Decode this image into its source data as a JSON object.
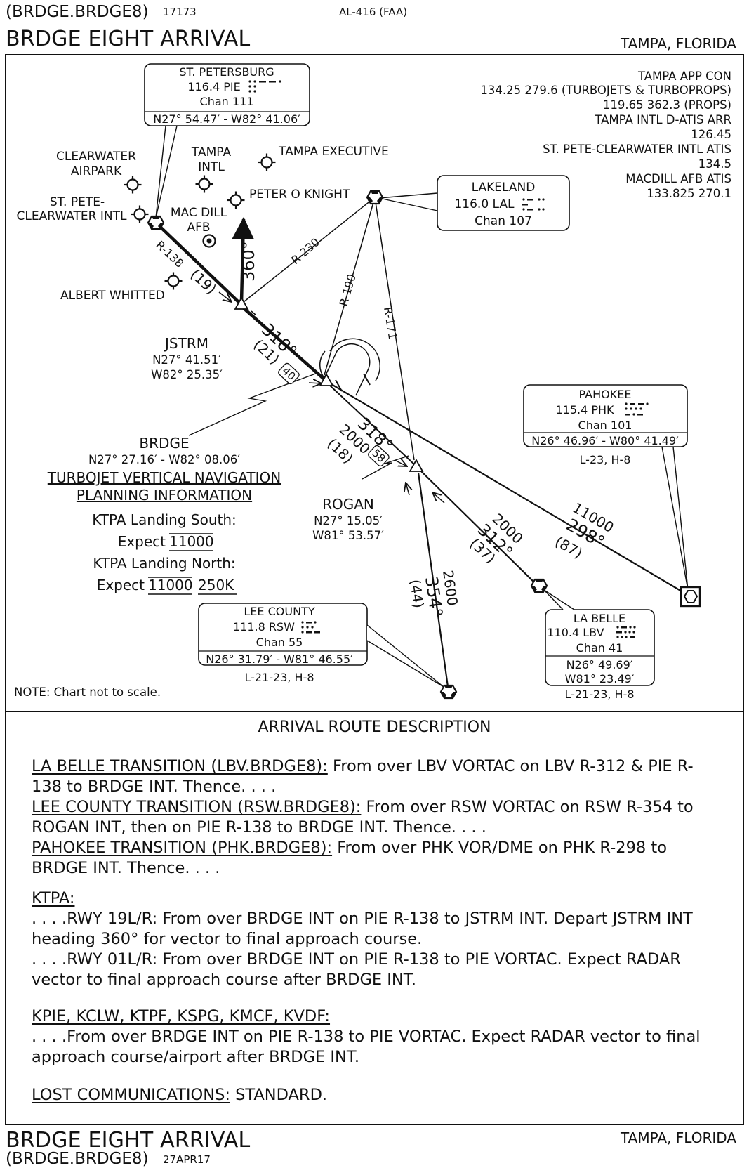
{
  "header": {
    "code": "(BRDGE.BRDGE8)",
    "procedure_number": "17173",
    "ref": "AL-416 (FAA)",
    "title": "BRDGE EIGHT ARRIVAL",
    "location": "TAMPA, FLORIDA"
  },
  "footer": {
    "title": "BRDGE EIGHT ARRIVAL",
    "location": "TAMPA, FLORIDA",
    "code": "(BRDGE.BRDGE8)",
    "date": "27APR17"
  },
  "map": {
    "pie": {
      "name": "ST. PETERSBURG",
      "freq_id": "116.4  PIE",
      "chan": "Chan 111",
      "coords": "N27° 54.47′ - W82° 41.06′"
    },
    "lal": {
      "name": "LAKELAND",
      "freq_id": "116.0  LAL",
      "chan": "Chan 107"
    },
    "phk": {
      "name": "PAHOKEE",
      "freq_id": "115.4  PHK",
      "chan": "Chan 101",
      "coords": "N26° 46.96′ - W80° 41.49′",
      "charts": "L-23, H-8"
    },
    "rsw": {
      "name": "LEE COUNTY",
      "freq_id": "111.8  RSW",
      "chan": "Chan 55",
      "coords": "N26° 31.79′ - W81° 46.55′",
      "charts": "L-21-23, H-8"
    },
    "lbv": {
      "name": "LA BELLE",
      "freq_id": "110.4  LBV",
      "chan": "Chan 41",
      "coords1": "N26° 49.69′",
      "coords2": "W81° 23.49′",
      "charts": "L-21-23, H-8"
    },
    "comms": [
      "TAMPA APP CON",
      "134.25  279.6 (TURBOJETS & TURBOPROPS)",
      "119.65  362.3 (PROPS)",
      "TAMPA INTL D-ATIS ARR",
      "126.45",
      "ST. PETE-CLEARWATER INTL ATIS",
      "134.5",
      "MACDILL AFB ATIS",
      "133.825  270.1"
    ],
    "airports": {
      "clearwater_airpark": [
        "CLEARWATER",
        "AIRPARK"
      ],
      "tampa_intl": [
        "TAMPA",
        "INTL"
      ],
      "tampa_executive": "TAMPA EXECUTIVE",
      "peter_o_knight": "PETER O KNIGHT",
      "st_pete_clearwater": [
        "ST. PETE-",
        "CLEARWATER INTL"
      ],
      "macdill": [
        "MAC DILL",
        "AFB"
      ],
      "albert_whitted": "ALBERT WHITTED"
    },
    "fixes": {
      "jstrm": {
        "name": "JSTRM",
        "lat": "N27° 41.51′",
        "lon": "W82° 25.35′"
      },
      "brdge": {
        "name": "BRDGE",
        "coords": "N27° 27.16′ - W82° 08.06′"
      },
      "rogan": {
        "name": "ROGAN",
        "lat": "N27° 15.05′",
        "lon": "W81° 53.57′"
      }
    },
    "radials": {
      "r138": "R-138",
      "r230": "R-230",
      "r190": "R-190",
      "r171": "R-171"
    },
    "legs": {
      "pie_jstrm_dist": "(19)",
      "heading_360": "360°",
      "jstrm_brdge_course": "318°",
      "jstrm_brdge_dist": "(21)",
      "jstrm_brdge_box": "40",
      "brdge_rogan_course": "318°",
      "brdge_rogan_alt": "2000",
      "brdge_rogan_dist": "(18)",
      "brdge_rogan_box": "58",
      "phk_alt": "11000",
      "phk_course": "298°",
      "phk_dist": "(87)",
      "lbv_alt": "2000",
      "lbv_course": "312°",
      "lbv_dist": "(37)",
      "rsw_alt": "2600",
      "rsw_course": "354°",
      "rsw_dist": "(44)"
    },
    "vnav": {
      "title1": "TURBOJET VERTICAL NAVIGATION",
      "title2": "PLANNING INFORMATION",
      "south_label": "KTPA Landing South:",
      "south_expect": "Expect",
      "south_alt": "11000",
      "north_label": "KTPA Landing North:",
      "north_expect": "Expect",
      "north_alt": "11000",
      "north_speed": "250K"
    },
    "note": "NOTE: Chart not to scale."
  },
  "description": {
    "title": "ARRIVAL ROUTE DESCRIPTION",
    "lbv_head": "LA BELLE TRANSITION (LBV.BRDGE8):",
    "lbv_text": " From over LBV VORTAC on LBV R-312 & PIE R-138 to BRDGE INT. Thence. . . .",
    "rsw_head": "LEE COUNTY TRANSITION (RSW.BRDGE8):",
    "rsw_text": " From over RSW VORTAC on RSW R-354 to ROGAN INT, then on PIE R-138 to BRDGE INT. Thence. . . .",
    "phk_head": "PAHOKEE TRANSITION (PHK.BRDGE8):",
    "phk_text": " From over PHK VOR/DME on PHK R-298 to BRDGE INT. Thence. . . .",
    "ktpa_head": "KTPA:",
    "ktpa_line1": ". . . .RWY 19L/R: From over BRDGE INT on PIE R-138 to JSTRM INT. Depart JSTRM INT heading 360° for vector to final approach course.",
    "ktpa_line2": ". . . .RWY 01L/R: From over BRDGE INT on PIE R-138 to PIE VORTAC. Expect RADAR vector to final approach course after BRDGE INT.",
    "other_head": "KPIE, KCLW, KTPF, KSPG, KMCF, KVDF:",
    "other_line": ". . . .From over BRDGE INT on PIE R-138 to PIE VORTAC. Expect RADAR vector to final approach course/airport after BRDGE INT.",
    "lost_head": "LOST COMMUNICATIONS:",
    "lost_text": " STANDARD."
  }
}
